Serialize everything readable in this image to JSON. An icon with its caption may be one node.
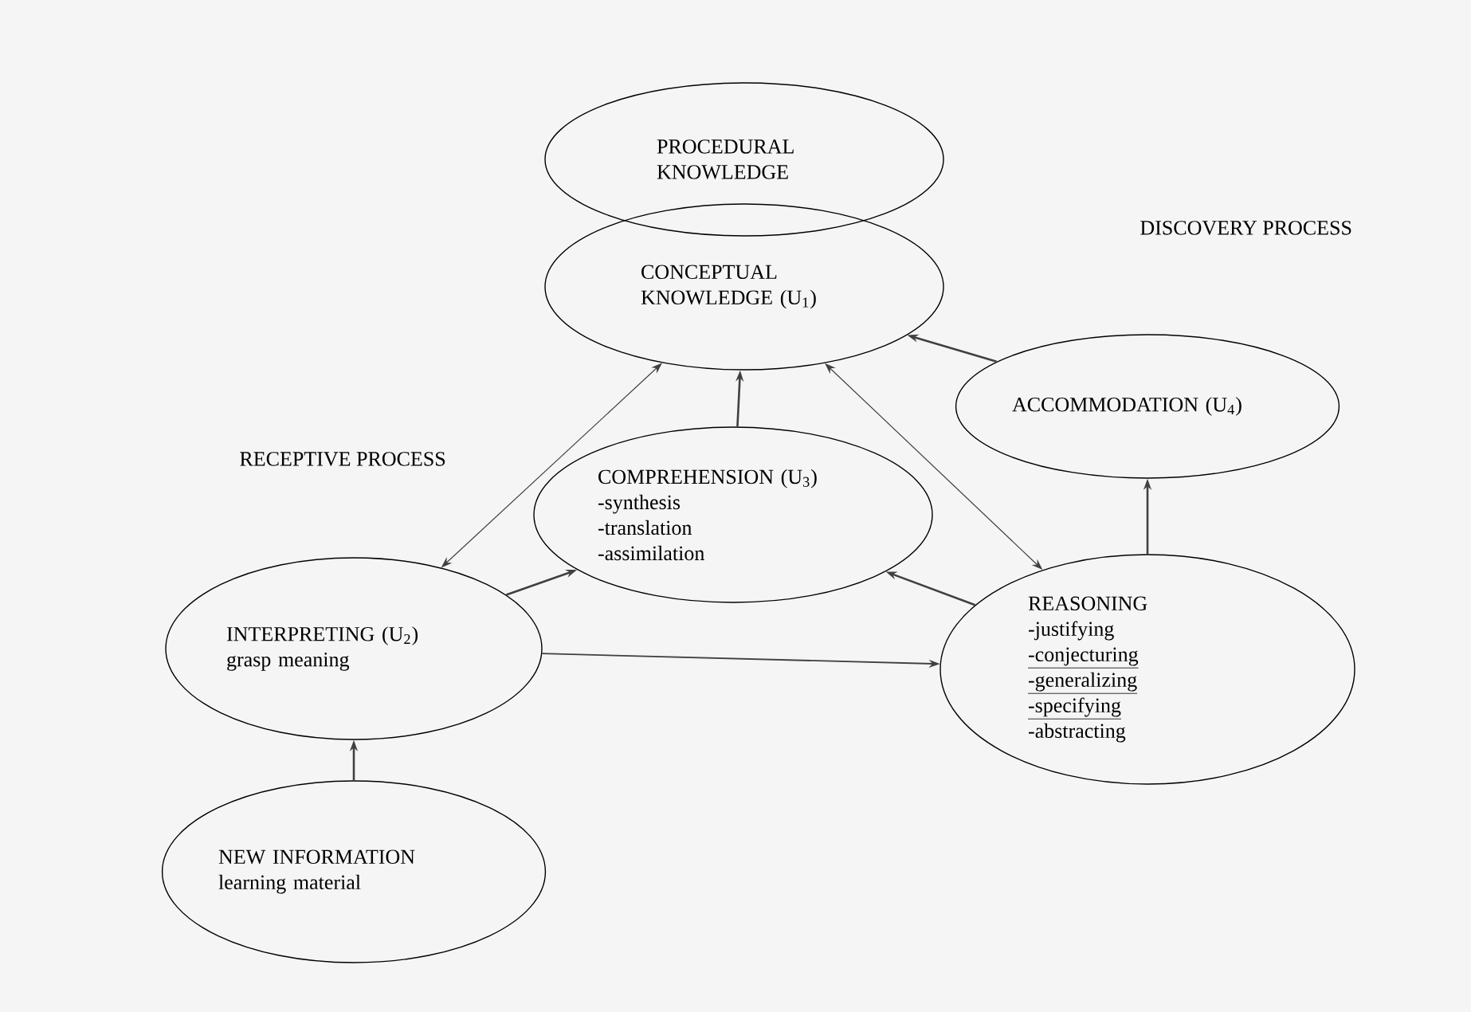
{
  "diagram": {
    "nodes": [
      {
        "text": [
          "PROCEDURAL KNOWLEDGE"
        ]
      },
      {
        "text": [
          "CONCEPTUAL KNOWLEDGE (U$_{1}$)"
        ]
      },
      {
        "text": [
          "ACCOMMODATION (U$_{4}$)"
        ]
      },
      {
        "text": [
          "COMPREHENSION (U$_{3}$)",
          "-synthesis",
          "-translation",
          "-assimilation"
        ]
      },
      {
        "text": [
          "INTERPRETING (U$_{2}$)",
          "grasp meaning"
        ]
      },
      {
        "text": [
          "REASONING",
          "-justifying",
          "-conjecturing",
          "-generalizing",
          "-specifying",
          "-abstracting"
        ]
      },
      {
        "text": [
          "NEW INFORMATION",
          "learning material"
        ]
      }
    ],
    "edges": [
      {
        "from": 1,
        "to": 4,
        "arrow": "both"
      },
      {
        "from": 3,
        "to": 1,
        "arrow": "to"
      },
      {
        "from": 5,
        "to": 1,
        "arrow": "both"
      },
      {
        "from": 2,
        "to": 1,
        "arrow": "to"
      },
      {
        "from": 5,
        "to": 2,
        "arrow": "to"
      },
      {
        "from": 4,
        "to": 3,
        "arrow": "to"
      },
      {
        "from": 5,
        "to": 3,
        "arrow": "to"
      },
      {
        "from": 4,
        "to": 5,
        "arrow": "to"
      },
      {
        "from": 6,
        "to": 4,
        "arrow": "to"
      }
    ],
    "labels": [
      "DISCOVERY PROCESS",
      "RECEPTIVE PROCESS"
    ]
  }
}
